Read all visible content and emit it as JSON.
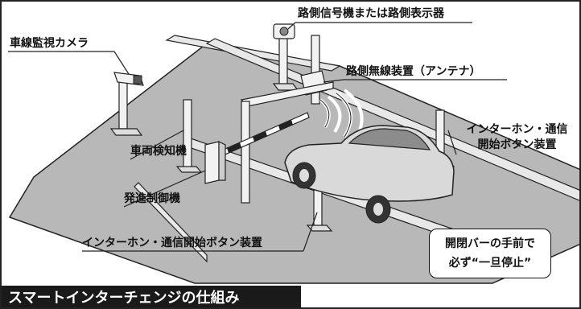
{
  "labels": {
    "camera": "車線監視カメラ",
    "signal": "路側信号機または路側表示器",
    "antenna": "路側無線装置（アンテナ）",
    "intercom_right_line1": "インターホン・通信",
    "intercom_right_line2": "開始ボタン装置",
    "detector": "車両検知機",
    "controller": "発進制御機",
    "intercom_bottom": "インターホン・通信開始ボタン装置"
  },
  "callout": {
    "line1": "開閉バーの手前で",
    "line2": "必ず“一旦停止”"
  },
  "caption": "スマートインターチェンジの仕組み",
  "colors": {
    "road": "#b8b8b8",
    "curb": "#e8e8e8",
    "outline": "#222222",
    "caption_bg": "#1a1a1a",
    "car": "#d9d9d9"
  }
}
